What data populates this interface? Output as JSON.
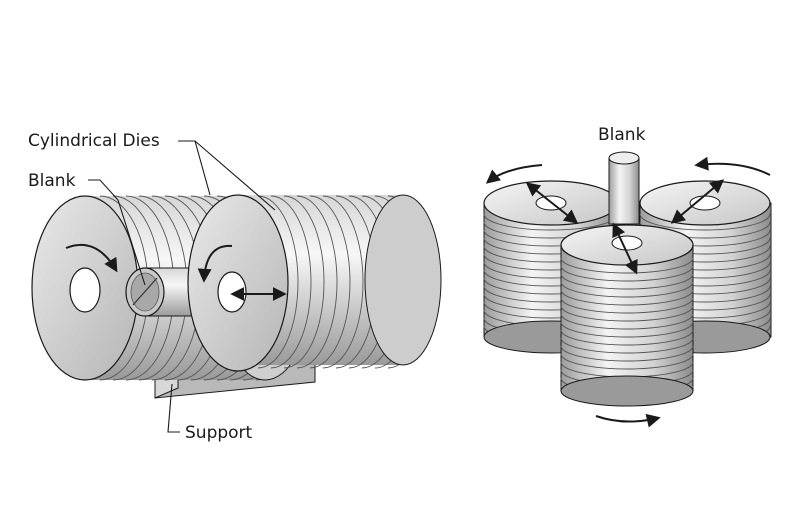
{
  "labels": {
    "cylindrical_dies": "Cylindrical Dies",
    "blank_left": "Blank",
    "support": "Support",
    "blank_right": "Blank"
  },
  "colors": {
    "background": "#ffffff",
    "outline": "#1a1a1a",
    "metal_light": "#f1f1f1",
    "metal_mid": "#c4c4c4",
    "metal_dark": "#8a8a8a",
    "hole_dark": "#6a6a6a"
  }
}
